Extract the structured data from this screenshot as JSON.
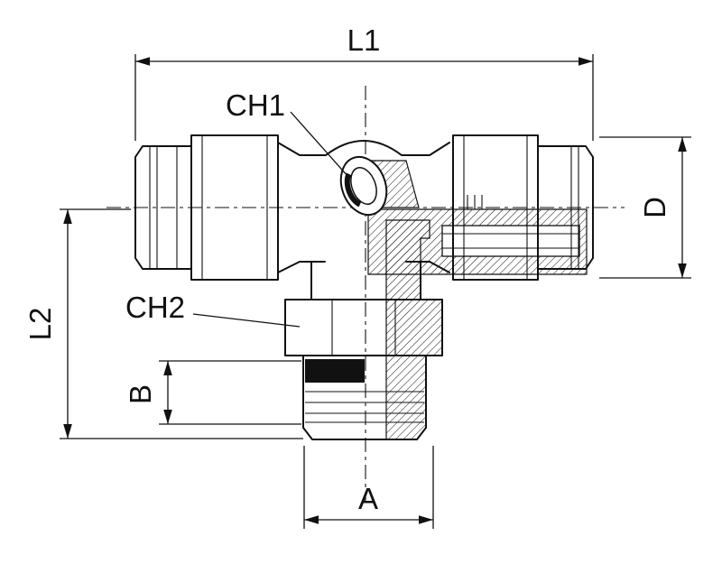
{
  "labels": {
    "l1": "L1",
    "l2": "L2",
    "ch1": "CH1",
    "ch2": "CH2",
    "a": "A",
    "b": "B",
    "d": "D"
  },
  "colors": {
    "line": "#111111",
    "background": "#ffffff",
    "oring_band": "#111111"
  }
}
